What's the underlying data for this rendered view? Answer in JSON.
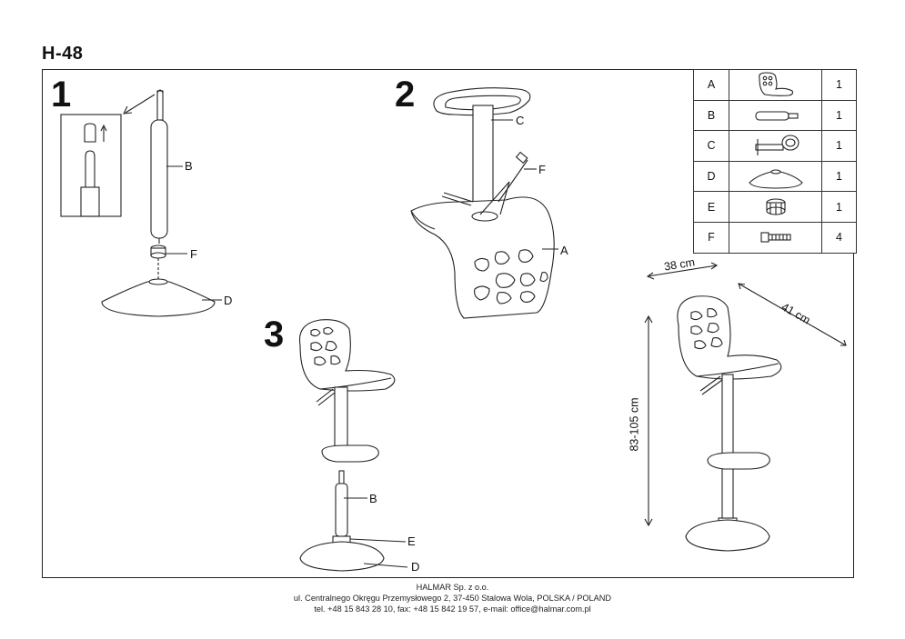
{
  "model": "H-48",
  "steps": [
    "1",
    "2",
    "3"
  ],
  "parts_table": [
    {
      "letter": "A",
      "icon": "seat-icon",
      "qty": "1"
    },
    {
      "letter": "B",
      "icon": "gas-lift-icon",
      "qty": "1"
    },
    {
      "letter": "C",
      "icon": "footrest-icon",
      "qty": "1"
    },
    {
      "letter": "D",
      "icon": "base-icon",
      "qty": "1"
    },
    {
      "letter": "E",
      "icon": "nut-icon",
      "qty": "1"
    },
    {
      "letter": "F",
      "icon": "bolt-icon",
      "qty": "4"
    }
  ],
  "callouts": {
    "step1": [
      "B",
      "F",
      "D"
    ],
    "step2": [
      "C",
      "F",
      "A"
    ],
    "step3": [
      "B",
      "E",
      "D"
    ]
  },
  "dimensions": {
    "width": "38 cm",
    "depth": "41 cm",
    "height": "83-105 cm"
  },
  "footer": {
    "company": "HALMAR Sp. z o.o.",
    "address": "ul. Centralnego Okręgu Przemysłowego 2, 37-450 Stalowa Wola, POLSKA / POLAND",
    "contact": "tel. +48 15 843 28 10, fax: +48 15 842 19 57, e-mail: office@halmar.com.pl"
  }
}
